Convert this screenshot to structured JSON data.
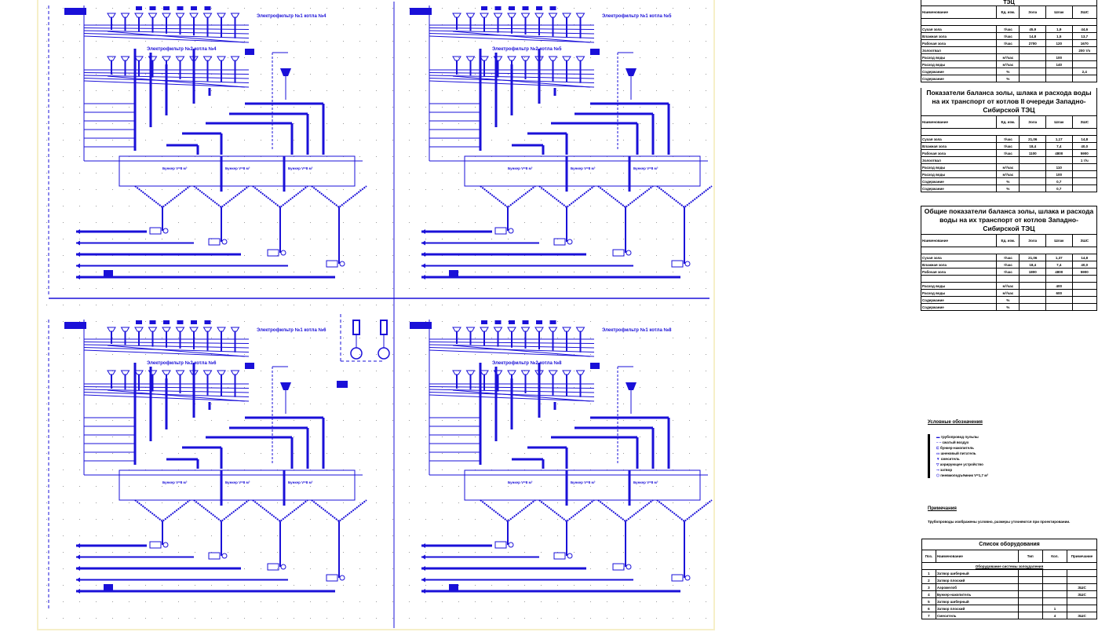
{
  "quadrants": [
    {
      "title": "Электрофильтр №1 котла №4",
      "subtitle": "Электрофильтр №2 котла №4",
      "bunker_labels": [
        "Бункер V=8 м³",
        "Бункер V=8 м³",
        "Бункер V=8 м³"
      ]
    },
    {
      "title": "Электрофильтр №1 котла №5",
      "subtitle": "Электрофильтр №2 котла №5",
      "bunker_labels": [
        "Бункер V=8 м³",
        "Бункер V=8 м³",
        "Бункер V=8 м³"
      ]
    },
    {
      "title": "Электрофильтр №1 котла №6",
      "subtitle": "Электрофильтр №2 котла №6",
      "bunker_labels": [
        "Бункер V=8 м³",
        "Бункер V=8 м³",
        "Бункер V=8 м³"
      ]
    },
    {
      "title": "Электрофильтр №1 котла №8",
      "subtitle": "Электрофильтр №2 котла №8",
      "bunker_labels": [
        "Бункер V=8 м³",
        "Бункер V=8 м³",
        "Бункер V=8 м³"
      ]
    }
  ],
  "colors": {
    "line": "#1a10d8",
    "grid": "#9a9a9a",
    "border": "#f6efc8"
  },
  "table1": {
    "title_tail": "ТЭЦ",
    "header": [
      "Наименование",
      "Ед. изм.",
      "Зола",
      "Шлак",
      "ЗШС"
    ],
    "rows": [
      [
        "Сухая зола",
        "т/час",
        "45,9",
        "1,9",
        "44,6"
      ],
      [
        "Влажная зола",
        "т/час",
        "14,8",
        "1,5",
        "13,7"
      ],
      [
        "Рабочая зола",
        "т/час",
        "2700",
        "120",
        "1670"
      ],
      [
        "Золоотвал",
        "",
        "",
        "",
        "200 т/ч"
      ],
      [
        "Расход воды",
        "м³/час",
        "",
        "100",
        ""
      ],
      [
        "Расход воды",
        "м³/час",
        "",
        "140",
        ""
      ],
      [
        "Содержание",
        "%",
        "",
        "",
        "2,4"
      ],
      [
        "Содержание",
        "%",
        "",
        "",
        ""
      ]
    ]
  },
  "table2": {
    "title": "Показатели баланса золы, шлака и расхода воды на их транспорт от котлов II очереди Западно-Сибирской ТЭЦ",
    "header": [
      "Наименование",
      "Ед. изм.",
      "Зола",
      "Шлак",
      "ЗШС"
    ],
    "rows": [
      [
        "Сухая зола",
        "т/час",
        "21,06",
        "1,17",
        "14,8"
      ],
      [
        "Влажная зола",
        "т/час",
        "18,4",
        "7,4",
        "40,0"
      ],
      [
        "Рабочая зола",
        "т/час",
        "1100",
        "4800",
        "5900"
      ],
      [
        "Золоотвал",
        "",
        "",
        "",
        "1 т/ч"
      ],
      [
        "Расход воды",
        "м³/час",
        "",
        "110",
        ""
      ],
      [
        "Расход воды",
        "м³/час",
        "",
        "100",
        ""
      ],
      [
        "Содержание",
        "%",
        "",
        "0,7",
        ""
      ],
      [
        "Содержание",
        "%",
        "",
        "0,7",
        ""
      ]
    ]
  },
  "table3": {
    "title": "Общие показатели баланса золы, шлака и расхода воды на их транспорт от котлов Западно-Сибирской ТЭЦ",
    "header": [
      "Наименование",
      "Ед. изм.",
      "Зола",
      "Шлак",
      "ЗШС"
    ],
    "rows": [
      [
        "Сухая зола",
        "т/час",
        "21,06",
        "1,37",
        "14,8"
      ],
      [
        "Влажная зола",
        "т/час",
        "18,4",
        "7,4",
        "40,0"
      ],
      [
        "Рабочая зола",
        "т/час",
        "1800",
        "4800",
        "5900"
      ],
      [
        "",
        "",
        "",
        "",
        ""
      ],
      [
        "Расход воды",
        "м³/час",
        "",
        "400",
        ""
      ],
      [
        "Расход воды",
        "м³/час",
        "",
        "600",
        ""
      ],
      [
        "Содержание",
        "%",
        "",
        "",
        ""
      ],
      [
        "Содержание",
        "%",
        "",
        "",
        ""
      ]
    ]
  },
  "legend": {
    "title": "Условные обозначения",
    "items": [
      "трубопровод пульпы",
      "сжатый воздух",
      "бункер-накопитель",
      "шнековый питатель",
      "смеситель",
      "аэрирующее устройство",
      "затвор",
      "пневмоподъёмник V=1,7 м³"
    ]
  },
  "notes": {
    "title": "Примечания",
    "text": "Трубопроводы изображены условно, размеры уточняются при проектировании."
  },
  "equipment": {
    "title": "Список оборудования",
    "header": [
      "Поз.",
      "Наименование",
      "Тип",
      "Кол.",
      "Примечание"
    ],
    "section": "Оборудование системы золоудаления",
    "rows": [
      [
        "1",
        "Затвор шиберный",
        "",
        "",
        ""
      ],
      [
        "2",
        "Затвор плоский",
        "",
        "",
        ""
      ],
      [
        "3",
        "Аэрожелоб",
        "",
        "",
        "ЗШС"
      ],
      [
        "4",
        "Бункер-накопитель",
        "",
        "",
        "ЗШС"
      ],
      [
        "5",
        "Затвор шиберный",
        "",
        "",
        ""
      ],
      [
        "6",
        "Затвор плоский",
        "",
        "1",
        ""
      ],
      [
        "7",
        "Смеситель",
        "",
        "4",
        "ЗШС"
      ]
    ]
  }
}
